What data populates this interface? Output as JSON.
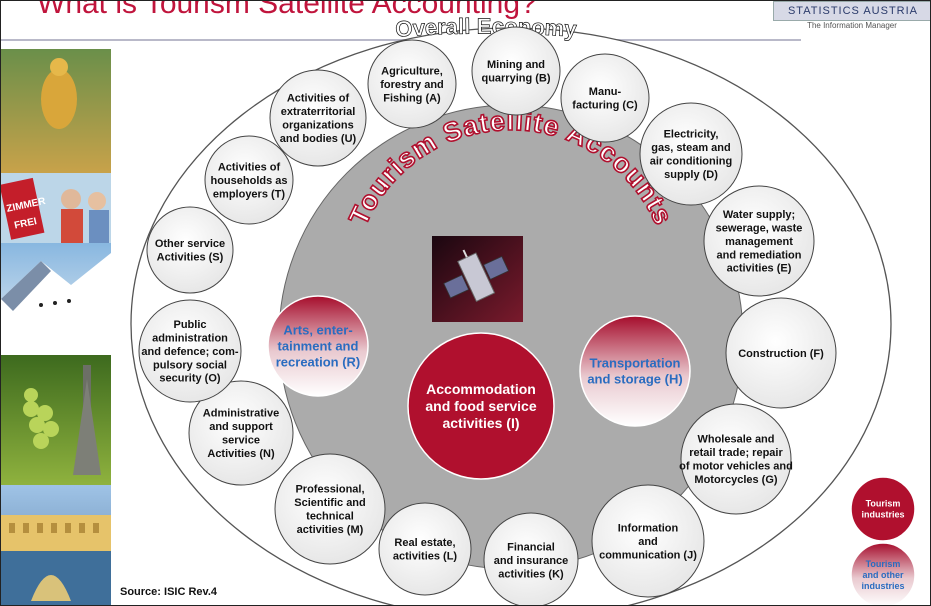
{
  "slide": {
    "title": "What is Tourism Satellite Accounting?",
    "logo_banner": "STATISTICS AUSTRIA",
    "logo_tagline": "The Information Manager",
    "source": "Source: ISIC Rev.4"
  },
  "diagram": {
    "outer_label": "Overall Economy",
    "inner_label": "Tourism Satellite Accounts",
    "industries": {
      "agriculture": [
        "Agriculture,",
        "forestry and",
        "Fishing (A)"
      ],
      "mining": [
        "Mining and",
        "quarrying (B)"
      ],
      "manufacturing": [
        "Manu-",
        "facturing (C)"
      ],
      "electricity": [
        "Electricity,",
        "gas, steam and",
        "air conditioning",
        "supply (D)"
      ],
      "water": [
        "Water supply;",
        "sewerage, waste",
        "management",
        "and remediation",
        "activities (E)"
      ],
      "construction": [
        "Construction (F)"
      ],
      "wholesale": [
        "Wholesale and",
        "retail trade; repair",
        "of motor vehicles and",
        "Motorcycles (G)"
      ],
      "information": [
        "Information",
        "and",
        "communication (J)"
      ],
      "financial": [
        "Financial",
        "and insurance",
        "activities (K)"
      ],
      "realestate": [
        "Real estate,",
        "activities (L)"
      ],
      "professional": [
        "Professional,",
        "Scientific and",
        "technical",
        "activities (M)"
      ],
      "administrative": [
        "Administrative",
        "and support",
        "service",
        "Activities (N)"
      ],
      "public": [
        "Public",
        "administration",
        "and defence;  com-",
        "pulsory social",
        "security (O)"
      ],
      "otherservice": [
        "Other service",
        "Activities (S)"
      ],
      "households": [
        "Activities of",
        "households as",
        "employers (T)"
      ],
      "extraterritorial": [
        "Activities of",
        "extraterritorial",
        "organizations",
        "and bodies (U)"
      ]
    },
    "tourism_industries": {
      "accommodation": [
        "Accommodation",
        "and food service",
        "activities (I)"
      ]
    },
    "tourism_and_other": {
      "arts": [
        "Arts, enter-",
        "tainment and",
        "recreation (R)"
      ],
      "transport": [
        "Transportation",
        "and storage (H)"
      ]
    },
    "legend": {
      "tourism": [
        "Tourism",
        "industries"
      ],
      "tourism_other": [
        "Tourism",
        "and other",
        "industries"
      ]
    },
    "colors": {
      "tourism_red": "#b0102e",
      "tourism_other_blue_text": "#2a6cc0",
      "bubble_fill": "#efefef",
      "inner_circle": "#ababab",
      "title_red": "#c0143c"
    },
    "icons": [
      "satellite-icon"
    ]
  }
}
